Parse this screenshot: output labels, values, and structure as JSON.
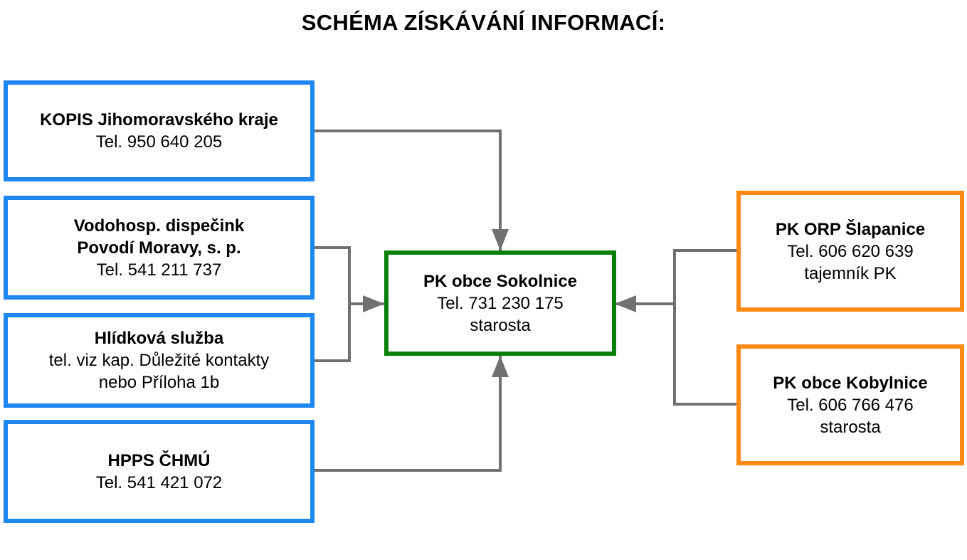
{
  "title": "SCHÉMA ZÍSKÁVÁNÍ INFORMACÍ:",
  "colors": {
    "source_border": "#1e87f0",
    "center_border": "#0a7f0a",
    "peer_border": "#ff8a14",
    "connector": "#707070"
  },
  "sources": [
    {
      "name": "KOPIS Jihomoravského kraje",
      "lines": [
        "Tel. 950 640 205"
      ]
    },
    {
      "name": "Vodohosp. dispečink\nPovodí Moravy, s. p.",
      "lines": [
        "Tel. 541 211 737"
      ]
    },
    {
      "name": "Hlídková služba",
      "lines": [
        "tel. viz kap. Důležité kontakty",
        "nebo Příloha 1b"
      ]
    },
    {
      "name": "HPPS ČHMÚ",
      "lines": [
        "Tel. 541 421 072"
      ]
    }
  ],
  "center": {
    "name": "PK obce Sokolnice",
    "lines": [
      "Tel. 731 230 175",
      "starosta"
    ]
  },
  "peers": [
    {
      "name": "PK ORP Šlapanice",
      "lines": [
        "Tel. 606 620 639",
        "tajemník PK"
      ]
    },
    {
      "name": "PK obce Kobylnice",
      "lines": [
        "Tel. 606 766 476",
        "starosta"
      ]
    }
  ]
}
